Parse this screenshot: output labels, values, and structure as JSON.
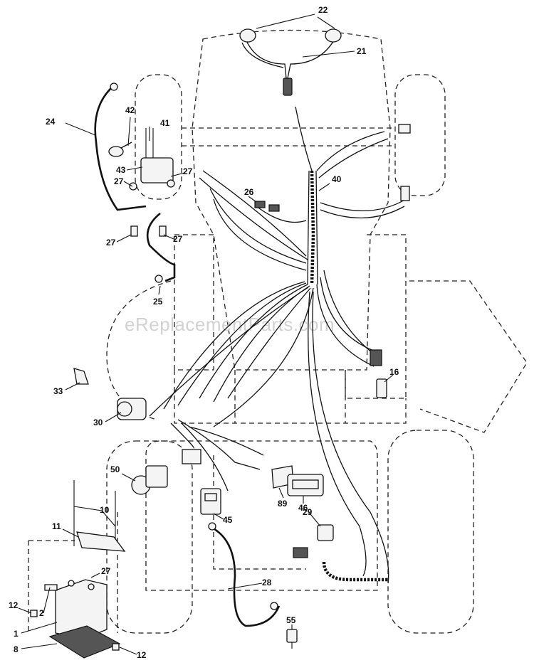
{
  "watermark": "eReplacementParts.com",
  "callouts": {
    "c22": "22",
    "c21": "21",
    "c42": "42",
    "c41": "41",
    "c24": "24",
    "c43": "43",
    "c27a": "27",
    "c27b": "27",
    "c27c": "27",
    "c27d": "27",
    "c27e": "27",
    "c40": "40",
    "c26": "26",
    "c25": "25",
    "c33": "33",
    "c16": "16",
    "c30": "30",
    "c50": "50",
    "c10": "10",
    "c11": "11",
    "c89": "89",
    "c46": "46",
    "c29": "29",
    "c45": "45",
    "c28": "28",
    "c12a": "12",
    "c12b": "12",
    "c2": "2",
    "c1": "1",
    "c8": "8",
    "c55": "55"
  }
}
